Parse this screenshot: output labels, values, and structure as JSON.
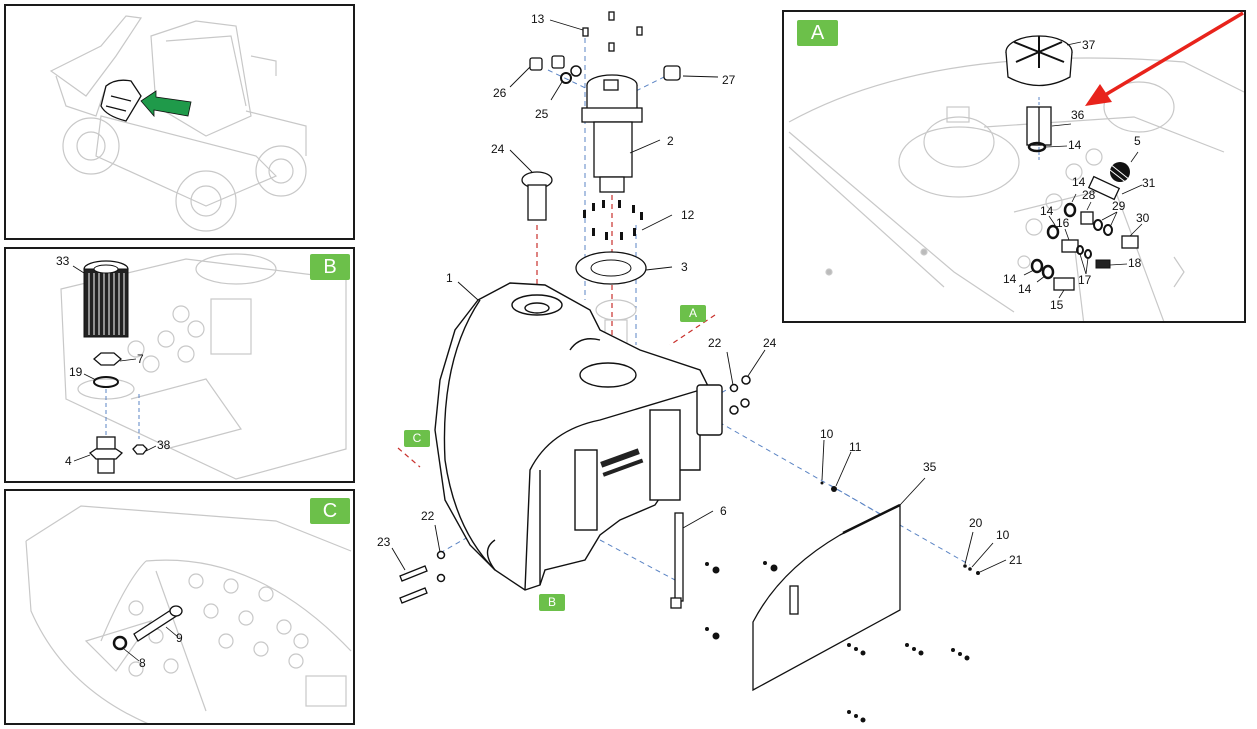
{
  "diagram": {
    "title": "",
    "subject": "hydraulic-tank-assembly-exploded-view",
    "accent_colors": {
      "badge_green": "#6cc04a",
      "pointer_green": "#1f9a4a",
      "red_arrow": "#e8231b",
      "axis_red": "#c9302c",
      "axis_blue": "#5b84c4"
    }
  },
  "panels": {
    "overview": {
      "pointer": "green-arrow"
    },
    "detail_b": {
      "badge": "B",
      "callouts": [
        "33",
        "7",
        "19",
        "4",
        "38"
      ]
    },
    "detail_c": {
      "badge": "C",
      "callouts": [
        "9",
        "8"
      ]
    },
    "detail_a": {
      "badge": "A",
      "callouts": [
        "37",
        "36",
        "14",
        "5",
        "14",
        "31",
        "28",
        "14",
        "29",
        "16",
        "30",
        "14",
        "17",
        "18",
        "14",
        "15"
      ]
    }
  },
  "main": {
    "view_badges": [
      "A",
      "C",
      "B"
    ],
    "callouts": {
      "c13": "13",
      "c26": "26",
      "c25": "25",
      "c27": "27",
      "c2": "2",
      "c24a": "24",
      "c12": "12",
      "c3": "3",
      "c1": "1",
      "c22a": "22",
      "c24b": "24",
      "c10a": "10",
      "c11": "11",
      "c35": "35",
      "c6": "6",
      "c22b": "22",
      "c23": "23",
      "c20": "20",
      "c10b": "10",
      "c21": "21"
    }
  },
  "detail_a_labels": {
    "l37": "37",
    "l36": "36",
    "l14a": "14",
    "l5": "5",
    "l14b": "14",
    "l31": "31",
    "l28": "28",
    "l14c": "14",
    "l29": "29",
    "l16": "16",
    "l30": "30",
    "l14d": "14",
    "l17": "17",
    "l18": "18",
    "l14e": "14",
    "l15": "15"
  },
  "detail_b_labels": {
    "l33": "33",
    "l7": "7",
    "l19": "19",
    "l4": "4",
    "l38": "38"
  },
  "detail_c_labels": {
    "l9": "9",
    "l8": "8"
  },
  "badges": {
    "a": "A",
    "b": "B",
    "c": "C"
  }
}
